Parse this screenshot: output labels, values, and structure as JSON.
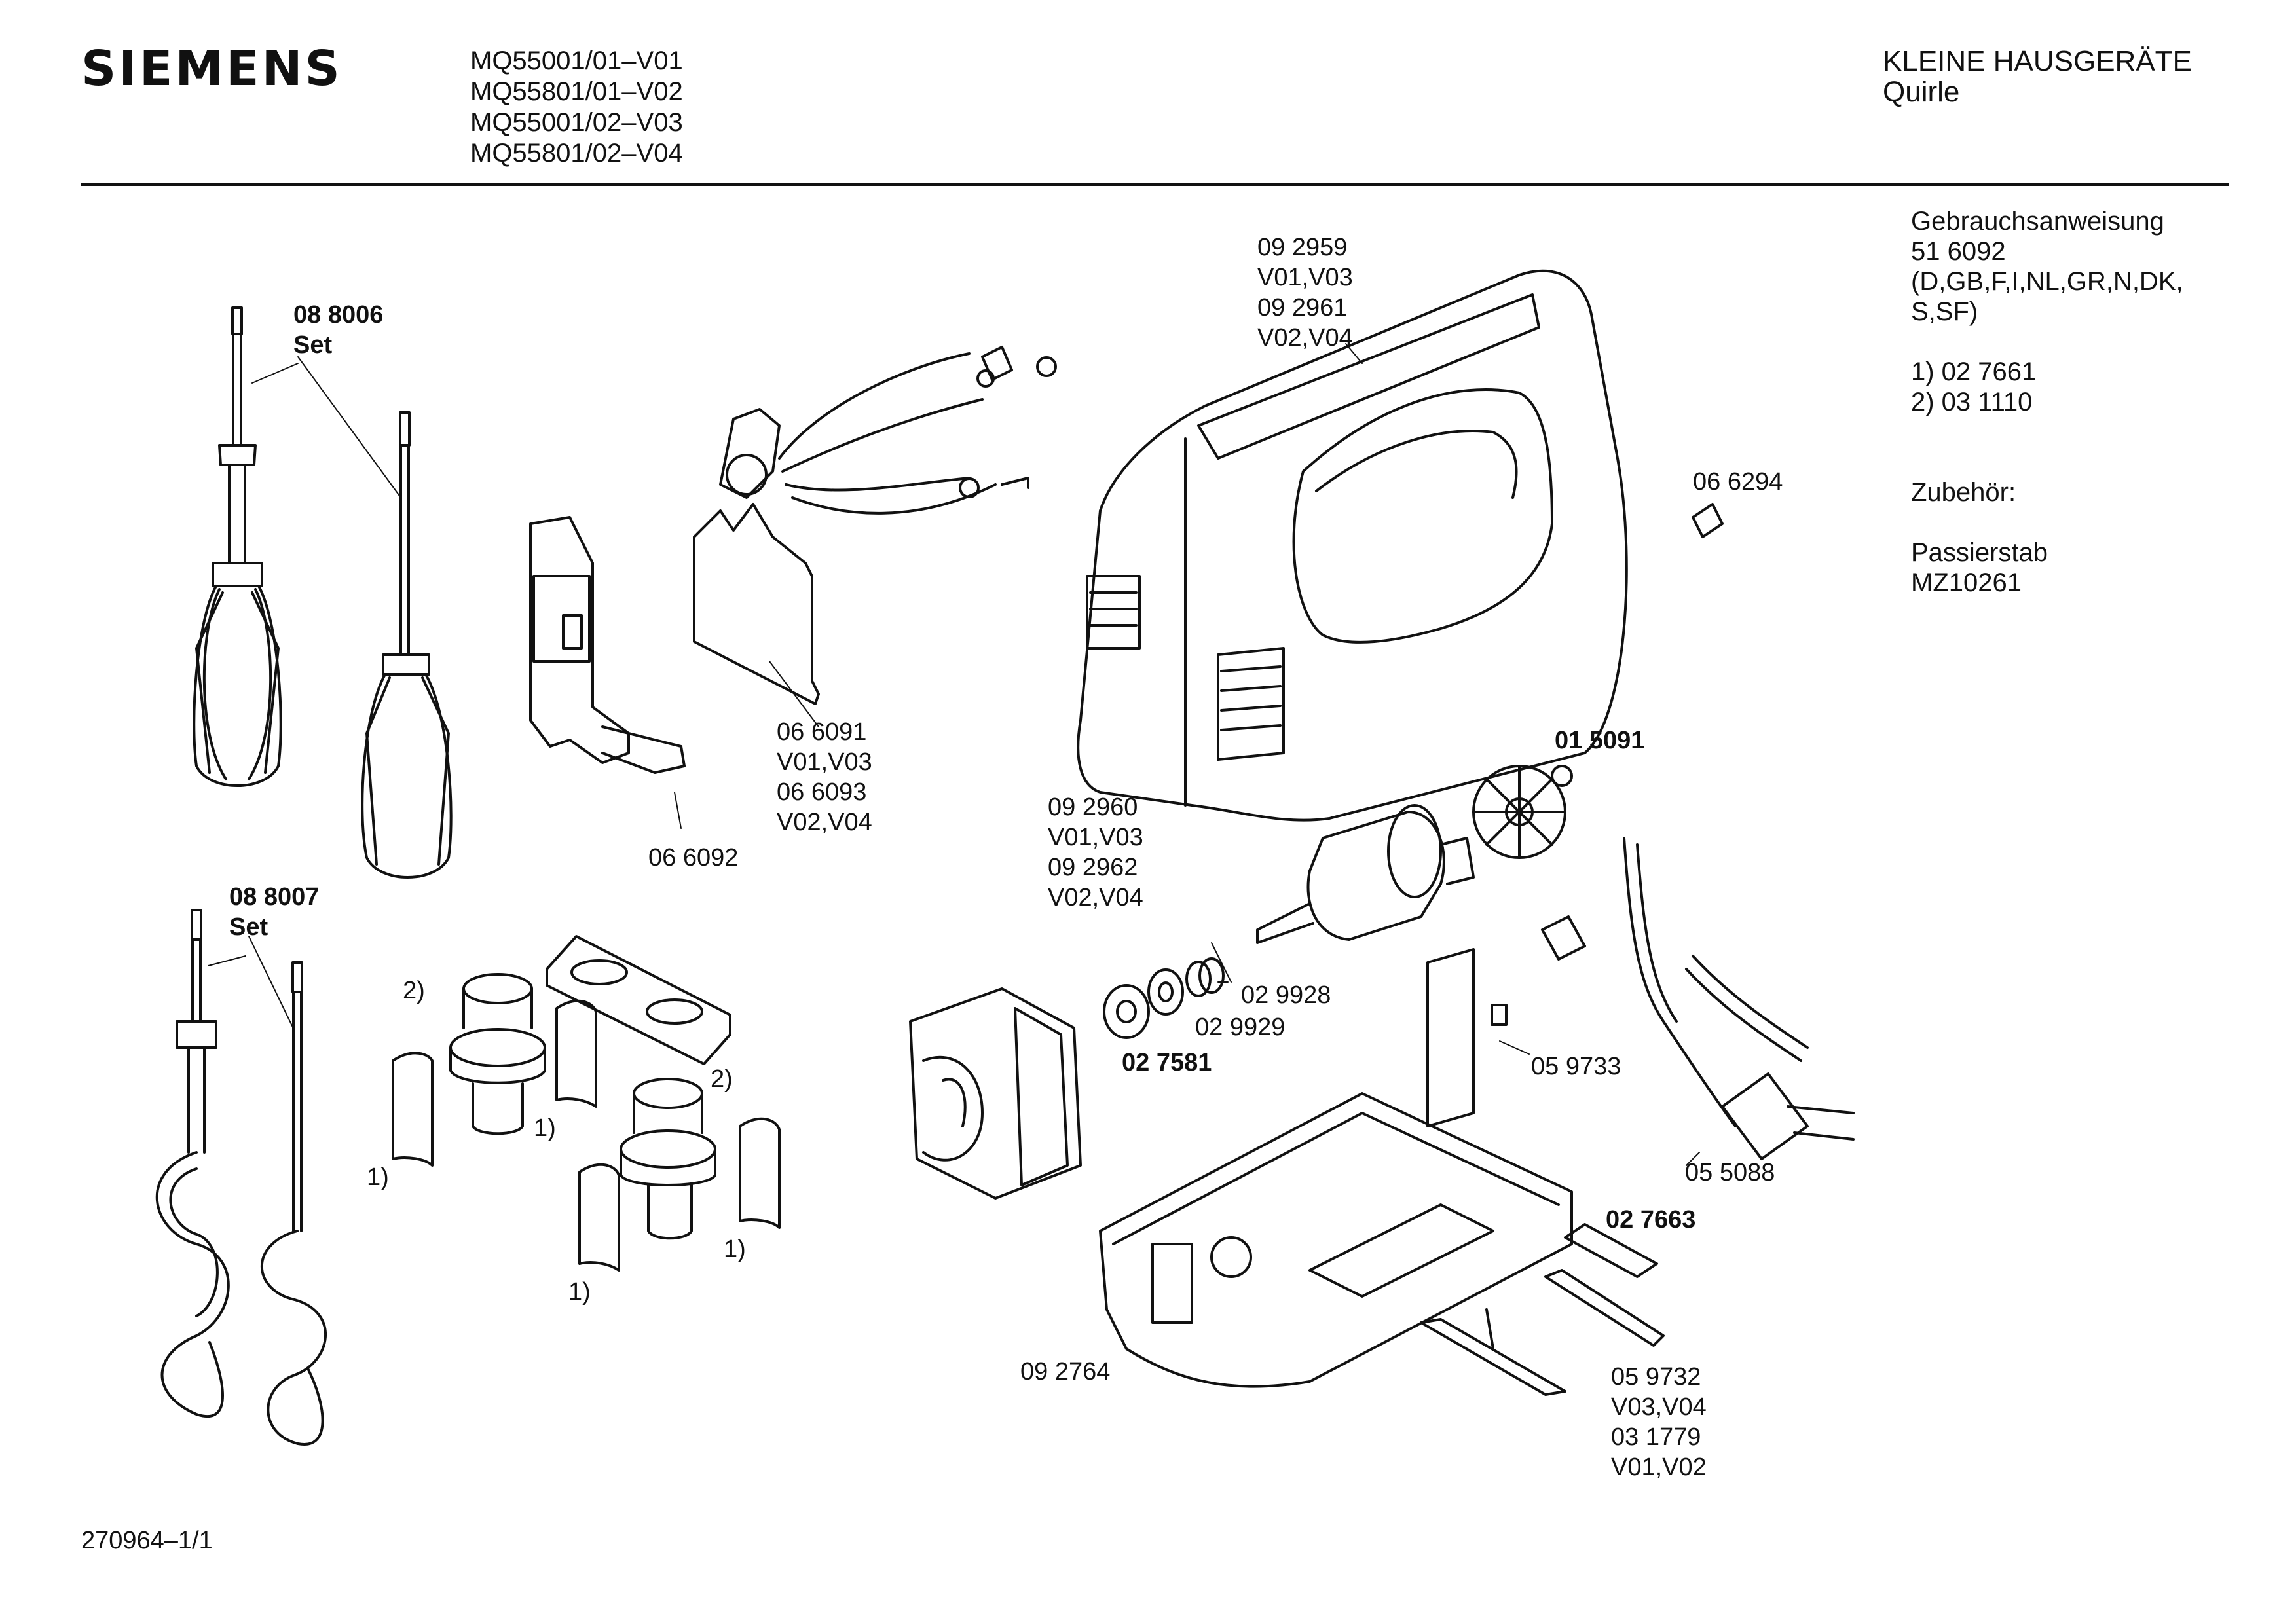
{
  "header": {
    "brand": "SIEMENS",
    "models": [
      "MQ55001/01–V01",
      "MQ55801/01–V02",
      "MQ55001/02–V03",
      "MQ55801/02–V04"
    ],
    "category": "KLEINE HAUSGERÄTE",
    "subcategory": "Quirle"
  },
  "notes": {
    "manual_title": "Gebrauchsanweisung",
    "manual_number": "51 6092",
    "manual_languages_1": "(D,GB,F,I,NL,GR,N,DK,",
    "manual_languages_2": "S,SF)",
    "footnote_1": "1)  02 7661",
    "footnote_2": "2)  03 1110",
    "accessory_title": "Zubehör:",
    "accessory_name": "Passierstab",
    "accessory_code": "MZ10261"
  },
  "labels": {
    "whisk_set_code": "08 8006",
    "whisk_set_word": "Set",
    "hook_set_code": "08 8007",
    "hook_set_word": "Set",
    "switch_plate": "06 6092",
    "sw_a": "06 6091",
    "sw_b": "V01,V03",
    "sw_c": "06 6093",
    "sw_d": "V02,V04",
    "top_a": "09 2959",
    "top_b": "V01,V03",
    "top_c": "09 2961",
    "top_d": "V02,V04",
    "knob": "06 6294",
    "housing_a": "09 2960",
    "housing_b": "V01,V03",
    "housing_c": "09 2962",
    "housing_d": "V02,V04",
    "washer": "01 5091",
    "spring": "02 9928",
    "disc": "02 9929",
    "bearing": "02 7581",
    "nut": "05 9733",
    "cord": "05 5088",
    "brush": "02 7663",
    "base": "09 2764",
    "bh_a": "05 9732",
    "bh_b": "V03,V04",
    "bh_c": "03 1779",
    "bh_d": "V01,V02",
    "fn2_a": "2)",
    "fn1_a": "1)",
    "fn1_b": "1)",
    "fn2_b": "2)",
    "fn1_c": "1)",
    "fn1_d": "1)"
  },
  "footer": {
    "drawing_number": "270964–1/1"
  }
}
